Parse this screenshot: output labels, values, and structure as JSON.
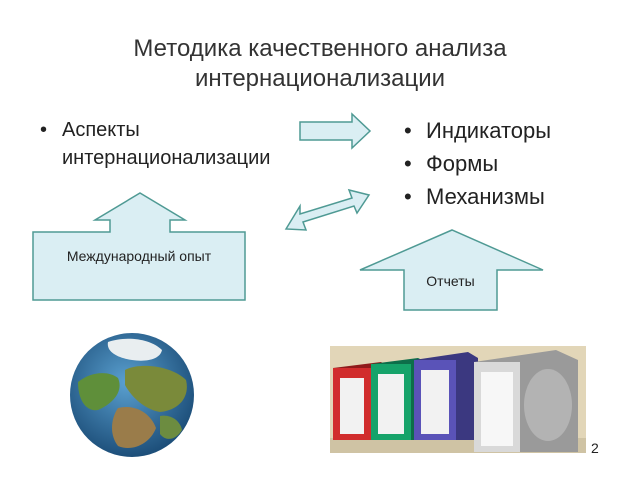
{
  "slide": {
    "title": "Методика качественного анализа интернационализации",
    "left_bullets": [
      "Аспекты интернационализации"
    ],
    "right_bullets": [
      "Индикаторы",
      "Формы",
      "Механизмы"
    ],
    "intl_experience_label": "Международный опыт",
    "reports_label": "Отчеты",
    "page_number": "2"
  },
  "colors": {
    "arrow_fill": "#daeef3",
    "arrow_stroke": "#4f9a94",
    "ocean": "#2f6e9e",
    "land_green": "#5f8f3a",
    "land_brown": "#9a7c4a"
  },
  "icons": [
    "right-arrow-icon",
    "up-arrow-icon",
    "double-arrow-icon",
    "globe-icon",
    "archive-boxes-icon"
  ]
}
